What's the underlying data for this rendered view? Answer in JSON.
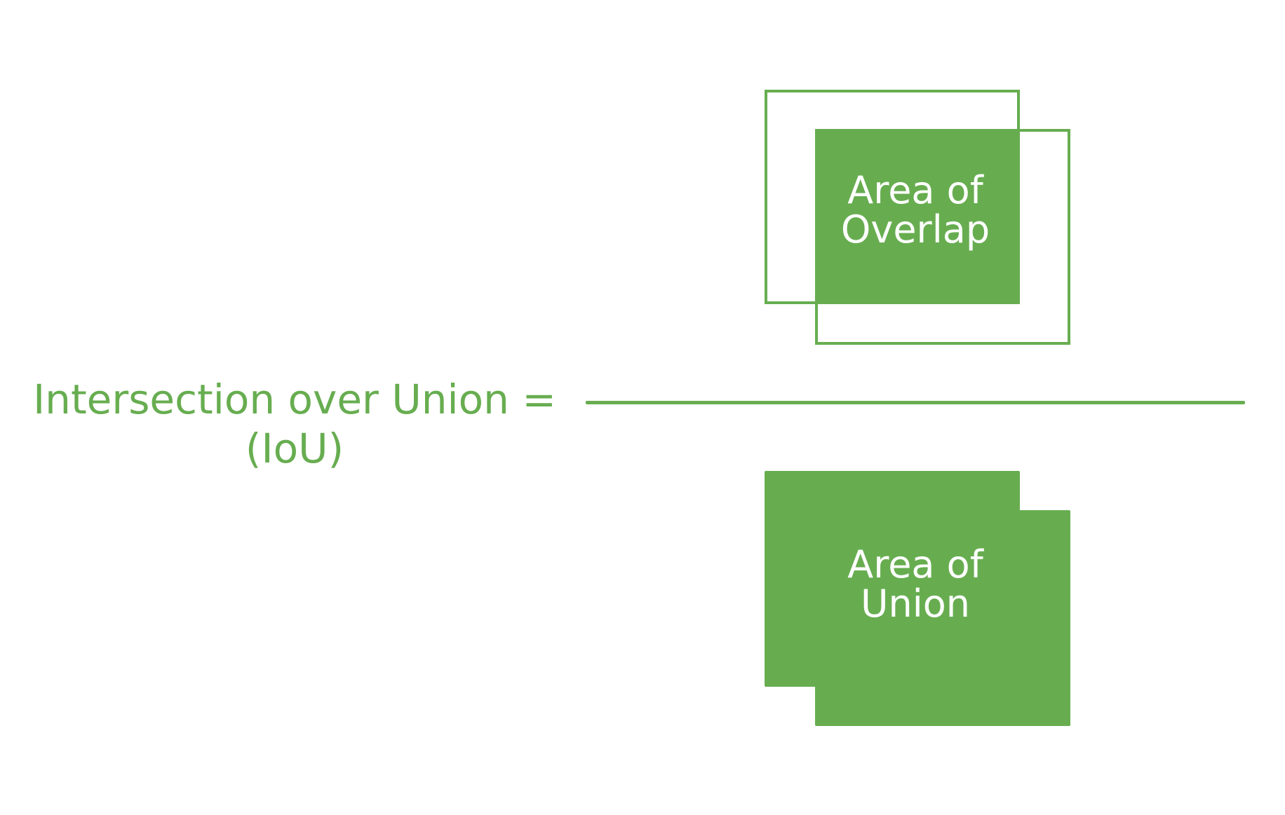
{
  "equation": {
    "line1": "Intersection over Union =",
    "line2": "(IoU)"
  },
  "numerator": {
    "label_line1": "Area of",
    "label_line2": "Overlap"
  },
  "denominator": {
    "label_line1": "Area of",
    "label_line2": "Union"
  },
  "colors": {
    "accent": "#67ad50",
    "background": "#ffffff",
    "label_text": "#ffffff"
  }
}
